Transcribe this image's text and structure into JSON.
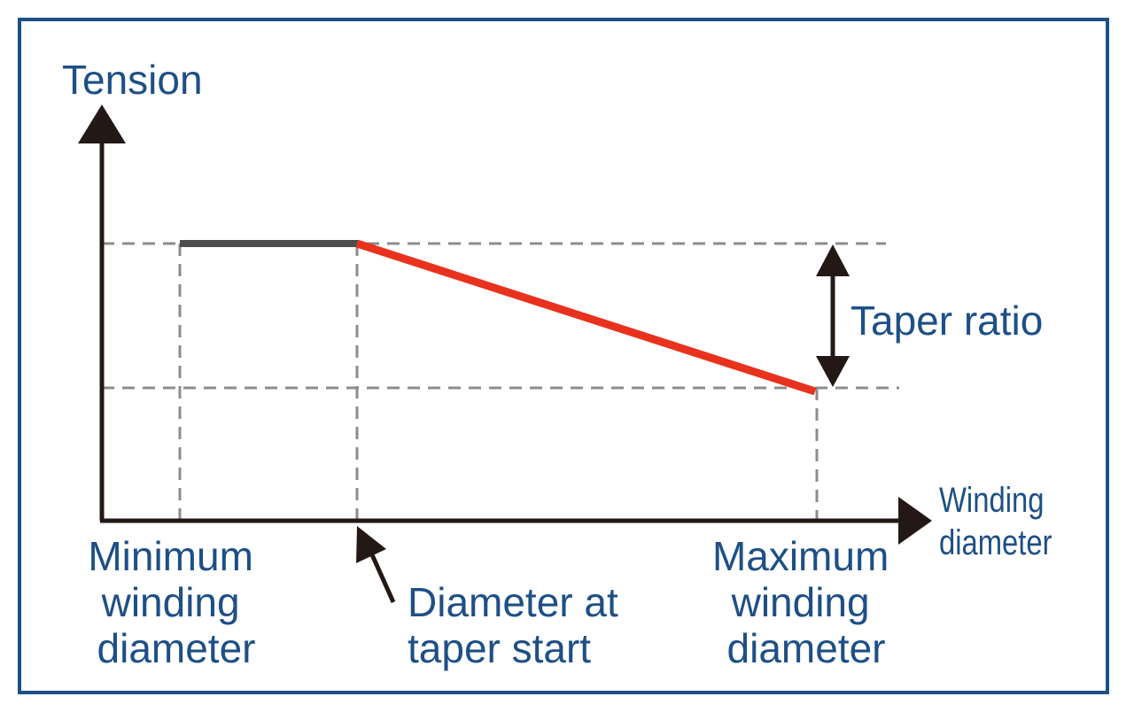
{
  "labels": {
    "y_axis": "Tension",
    "x_axis": [
      "Winding",
      "diameter"
    ],
    "min_diameter": [
      "Minimum",
      "winding",
      "diameter"
    ],
    "taper_start": [
      "Diameter at",
      "taper start"
    ],
    "max_diameter": [
      "Maximum",
      "winding",
      "diameter"
    ],
    "taper_ratio": "Taper ratio"
  },
  "colors": {
    "frame": "#1e4f86",
    "text": "#1e4f86",
    "axis": "#231815",
    "constant_tension": "#4d4d4d",
    "taper_line": "#e8321e",
    "guide_lines": "#8c8c8c"
  }
}
